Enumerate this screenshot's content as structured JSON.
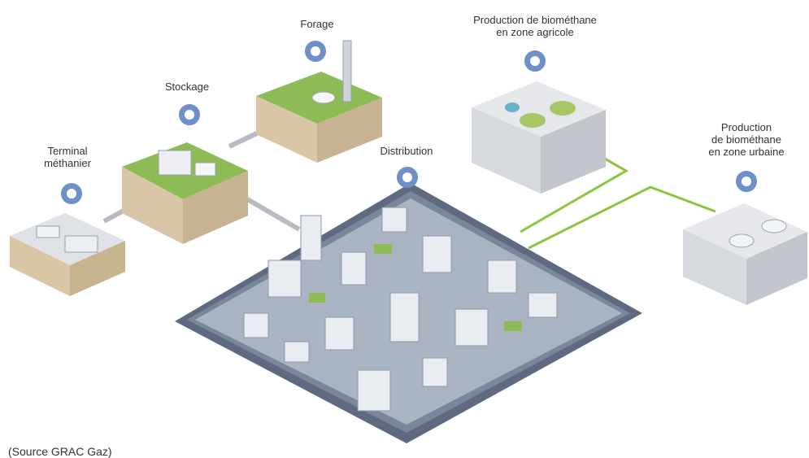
{
  "nodes": {
    "terminal": {
      "label": "Terminal\nméthanier"
    },
    "stockage": {
      "label": "Stockage"
    },
    "forage": {
      "label": "Forage"
    },
    "distribution": {
      "label": "Distribution"
    },
    "agricole": {
      "label": "Production de biométhane\nen zone agricole"
    },
    "urbaine": {
      "label": "Production\nde biométhane\nen zone urbaine"
    }
  },
  "source": "(Source GRAC Gaz)",
  "colors": {
    "pin": "#6f8fc8",
    "grass": "#8dbb56",
    "soil": "#d8c6a6",
    "block": "#dfe2e6",
    "city_base": "#5d6a80",
    "biogas_pipe": "#8cc63f",
    "gas_pipe": "#b8bcc2"
  }
}
